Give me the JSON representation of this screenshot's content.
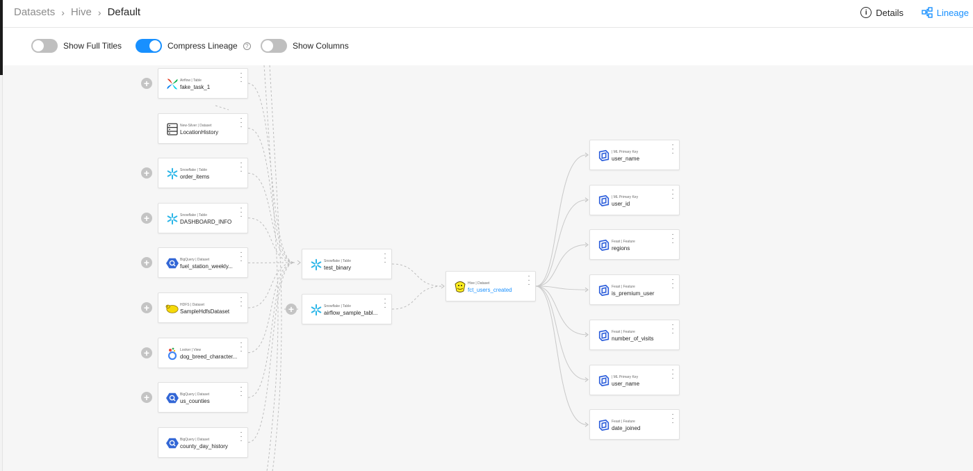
{
  "breadcrumb": {
    "items": [
      "Datasets",
      "Hive",
      "Default"
    ]
  },
  "tabs": {
    "details": "Details",
    "lineage": "Lineage"
  },
  "toggles": {
    "full_titles": {
      "label": "Show Full Titles",
      "on": false
    },
    "compress": {
      "label": "Compress Lineage",
      "on": true
    },
    "columns": {
      "label": "Show Columns",
      "on": false
    }
  },
  "upstream": [
    {
      "platform": "Airflow",
      "type": "Table",
      "name": "fake_task_1",
      "icon": "airflow-icon",
      "expand": true
    },
    {
      "platform": "New-Silver",
      "type": "Dataset",
      "name": "LocationHistory",
      "icon": "dataset-icon",
      "expand": false
    },
    {
      "platform": "Snowflake",
      "type": "Table",
      "name": "order_items",
      "icon": "snowflake-icon",
      "expand": true
    },
    {
      "platform": "Snowflake",
      "type": "Table",
      "name": "DASHBOARD_INFO",
      "icon": "snowflake-icon",
      "expand": true
    },
    {
      "platform": "BigQuery",
      "type": "Dataset",
      "name": "fuel_station_weekly...",
      "icon": "bigquery-icon",
      "expand": true
    },
    {
      "platform": "HDFS",
      "type": "Dataset",
      "name": "SampleHdfsDataset",
      "icon": "hdfs-icon",
      "expand": true
    },
    {
      "platform": "Looker",
      "type": "View",
      "name": "dog_breed_character...",
      "icon": "looker-icon",
      "expand": true
    },
    {
      "platform": "BigQuery",
      "type": "Dataset",
      "name": "us_counties",
      "icon": "bigquery-icon",
      "expand": true
    },
    {
      "platform": "BigQuery",
      "type": "Dataset",
      "name": "county_day_history",
      "icon": "bigquery-icon",
      "expand": false
    }
  ],
  "middle": [
    {
      "platform": "Snowflake",
      "type": "Table",
      "name": "test_binary",
      "icon": "snowflake-icon",
      "expand": false
    },
    {
      "platform": "Snowflake",
      "type": "Table",
      "name": "airflow_sample_tabl...",
      "icon": "snowflake-icon",
      "expand": true
    }
  ],
  "center": {
    "platform": "Hive",
    "type": "Dataset",
    "name": "fct_users_created",
    "icon": "hive-icon"
  },
  "downstream": [
    {
      "platform": "",
      "type": "ML Primary Key",
      "name": "user_name",
      "icon": "feast-icon"
    },
    {
      "platform": "",
      "type": "ML Primary Key",
      "name": "user_id",
      "icon": "feast-icon"
    },
    {
      "platform": "Feast",
      "type": "Feature",
      "name": "regions",
      "icon": "feast-icon"
    },
    {
      "platform": "Feast",
      "type": "Feature",
      "name": "is_premium_user",
      "icon": "feast-icon"
    },
    {
      "platform": "Feast",
      "type": "Feature",
      "name": "number_of_visits",
      "icon": "feast-icon"
    },
    {
      "platform": "",
      "type": "ML Primary Key",
      "name": "user_name",
      "icon": "feast-icon"
    },
    {
      "platform": "Feast",
      "type": "Feature",
      "name": "date_joined",
      "icon": "feast-icon"
    }
  ],
  "colors": {
    "accent": "#1890ff",
    "snowflake": "#29b5e8",
    "bigquery": "#3367d6",
    "feast": "#2b5ddb"
  }
}
